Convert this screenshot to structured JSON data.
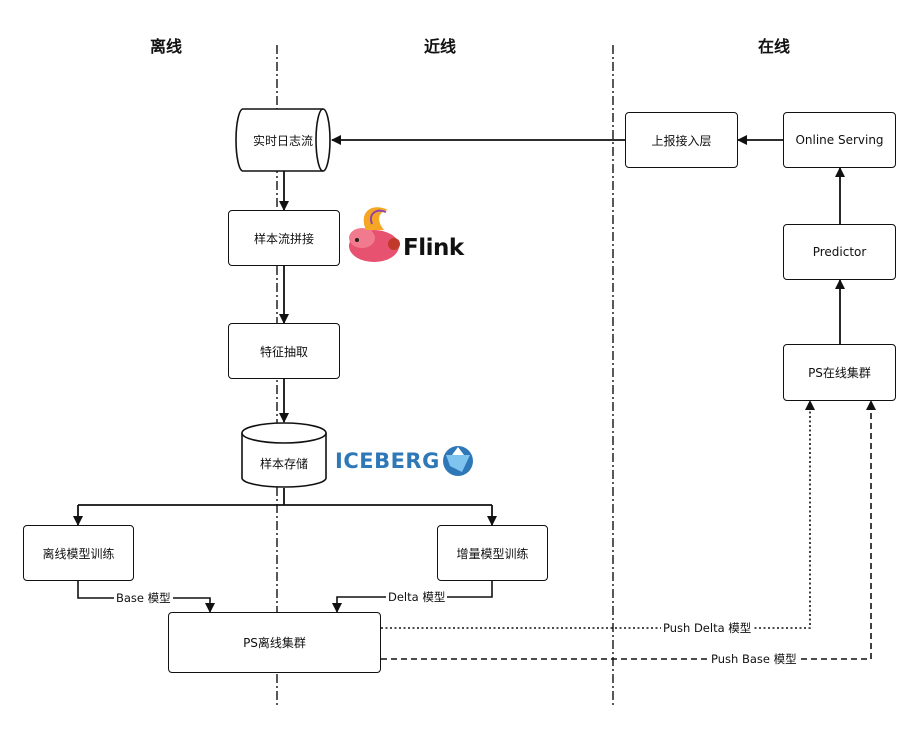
{
  "zones": {
    "offline": "离线",
    "nearline": "近线",
    "online": "在线"
  },
  "nodes": {
    "realtime_log_stream": "实时日志流",
    "sample_stream_join": "样本流拼接",
    "feature_extraction": "特征抽取",
    "sample_storage": "样本存储",
    "offline_model_training": "离线模型训练",
    "incremental_model_training": "增量模型训练",
    "ps_offline_cluster": "PS离线集群",
    "report_access_layer": "上报接入层",
    "online_serving": "Online Serving",
    "predictor": "Predictor",
    "ps_online_cluster": "PS在线集群"
  },
  "edges": {
    "base_model": "Base 模型",
    "delta_model": "Delta 模型",
    "push_delta_model": "Push Delta 模型",
    "push_base_model": "Push Base 模型"
  },
  "logos": {
    "flink": "Flink",
    "iceberg": "ICEBERG",
    "flink_color": "#e6526f",
    "iceberg_color": "#2f78b7"
  }
}
